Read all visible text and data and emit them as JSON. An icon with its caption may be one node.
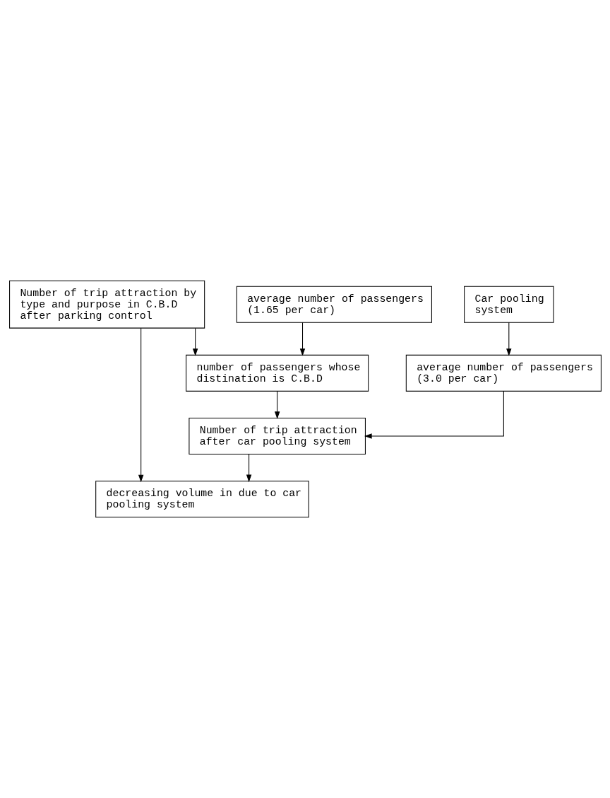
{
  "diagram": {
    "nodes": [
      {
        "text": [
          "Number of trip attraction by type and purpose in C.B.D after parking control"
        ]
      },
      {
        "text": [
          "average number of passengers (1.65 per car)"
        ]
      },
      {
        "text": [
          "number of passengers whose distination is C.B.D"
        ]
      },
      {
        "text": [
          "Car pooling system"
        ]
      },
      {
        "text": [
          "average number of passengers (3.0 per car)"
        ]
      },
      {
        "text": [
          "Number of trip attraction after car pooling system"
        ]
      },
      {
        "text": [
          "decreasing volume in due to car pooling system"
        ]
      }
    ],
    "edges": [
      {
        "from": 0,
        "to": 2,
        "arrow": "to"
      },
      {
        "from": 1,
        "to": 2,
        "arrow": "to"
      },
      {
        "from": 3,
        "to": 4,
        "arrow": "to"
      },
      {
        "from": 2,
        "to": 5,
        "arrow": "to"
      },
      {
        "from": 4,
        "to": 5,
        "arrow": "to"
      },
      {
        "from": 5,
        "to": 6,
        "arrow": "to"
      },
      {
        "from": 0,
        "to": 6,
        "arrow": "to"
      }
    ]
  }
}
